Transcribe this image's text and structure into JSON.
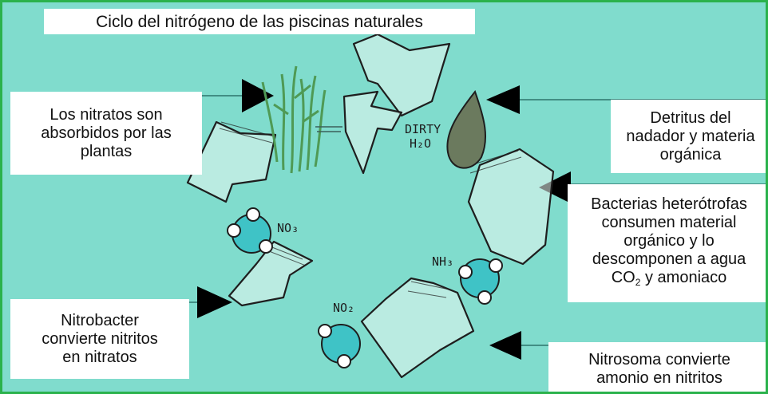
{
  "title": "Ciclo del nitrógeno de las piscinas naturales",
  "labels": {
    "nitratos": "Los nitratos son\nabsorbidos por las\nplantas",
    "detritus": "Detritus del\nnadador y materia\norgánica",
    "bacterias_main": "Bacterias heterótrofas\nconsumen material\norgánico y lo\ndescomponen a agua\nCO",
    "bacterias_sub": "2",
    "bacterias_tail": " y amoniaco",
    "nitrobacter": "Nitrobacter\nconvierte nitritos\nen nitratos",
    "nitrosoma": "Nitrosoma convierte\namonio en nitritos"
  },
  "illustration": {
    "dirty_water": [
      "DIRTY",
      "H₂O"
    ],
    "molecule_labels": [
      "NO₃",
      "NH₃",
      "NO₂"
    ]
  },
  "colors": {
    "background": "#80dccd",
    "border": "#2bb24c",
    "molecule": "#3fc3c6",
    "plants": "#4f9a55"
  }
}
